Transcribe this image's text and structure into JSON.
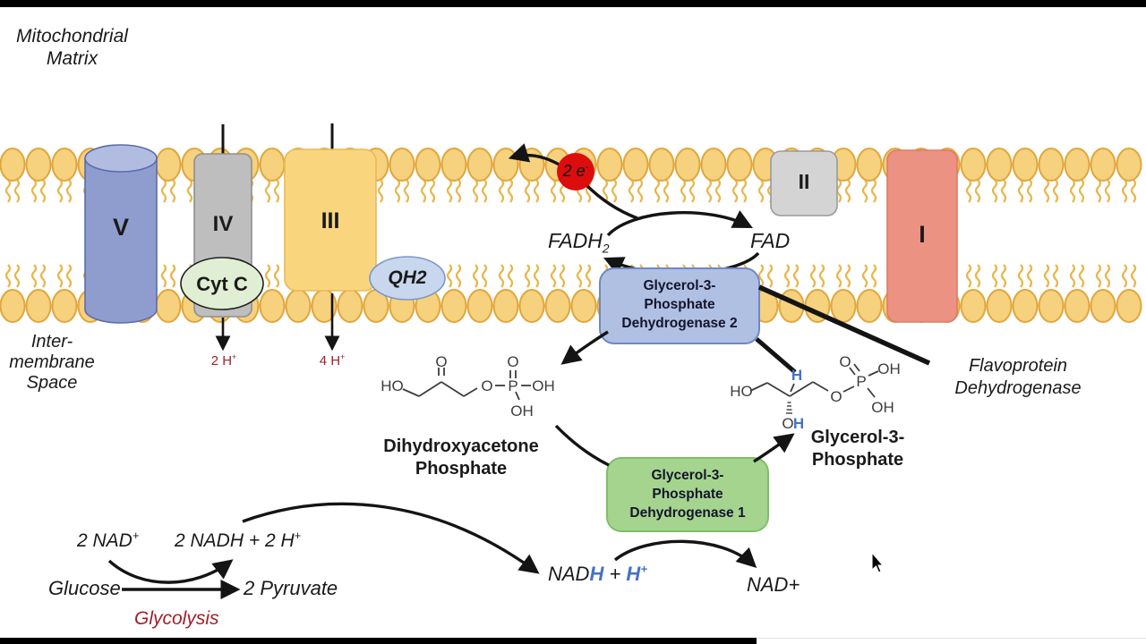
{
  "regions": {
    "matrix": [
      "Mitochondrial",
      "Matrix"
    ],
    "intermembrane": [
      "Inter-",
      "membrane",
      "Space"
    ]
  },
  "complexes": {
    "v": "V",
    "iv": "IV",
    "iii": "III",
    "ii": "II",
    "i": "I"
  },
  "carriers": {
    "cyt_c": "Cyt C",
    "qh2": "QH2",
    "electrons": "2 e",
    "electrons_sup": "-"
  },
  "shuttle": {
    "fadh2_base": "FADH",
    "fadh2_sub": "2",
    "fad": "FAD",
    "gpd2": [
      "Glycerol-3-",
      "Phosphate",
      "Dehydrogenase 2"
    ],
    "gpd1": [
      "Glycerol-3-",
      "Phosphate",
      "Dehydrogenase 1"
    ],
    "dhap_label": [
      "Dihydroxyacetone",
      "Phosphate"
    ],
    "g3p_label": [
      "Glycerol-3-",
      "Phosphate"
    ],
    "flavoprotein": [
      "Flavoprotein",
      "Dehydrogenase"
    ],
    "nadh": {
      "nad": "NAD",
      "h": "H",
      "plus": " + ",
      "h2": "H",
      "sup": "+"
    },
    "nad_plus": "NAD+"
  },
  "protons": {
    "iv": "2 H",
    "iv_sup": "+",
    "iii": "4 H",
    "iii_sup": "+"
  },
  "glycolysis": {
    "nad_in": "2 NAD",
    "nad_in_sup": "+",
    "nadh_out": "2 NADH + 2 H",
    "nadh_out_sup": "+",
    "substrate": "Glucose",
    "product": "2 Pyruvate",
    "pathway": "Glycolysis"
  },
  "structures": {
    "dhap": {
      "ho": "HO",
      "o_carbonyl": "O",
      "o_ester": "O",
      "p": "P",
      "oh_right": "OH",
      "o_top": "O",
      "oh_bottom": "OH"
    },
    "g3p": {
      "ho": "HO",
      "h_center": "H",
      "o_below": "O",
      "h_below": "H",
      "o_ester": "O",
      "p": "P",
      "o_top": "O",
      "oh_top": "OH",
      "oh_bottom": "OH"
    }
  },
  "colors": {
    "membrane_head": "#F6D17E",
    "membrane_tail": "#E8B64A",
    "complex_v": "#8F9CCE",
    "complex_iv": "#BEBEBE",
    "complex_iii": "#F9D67E",
    "complex_ii": "#D4D4D4",
    "complex_i": "#EB9283",
    "gpd2_box": "#AFC0E3",
    "gpd1_box": "#A5D48F",
    "cyt_c_fill": "#E0EED4",
    "qh2_fill": "#C8D6EE",
    "electron_circle": "#DC0D0D",
    "proton_text": "#A21E2C",
    "glycolysis_text": "#A21E2C",
    "h_blue": "#4472C4"
  }
}
